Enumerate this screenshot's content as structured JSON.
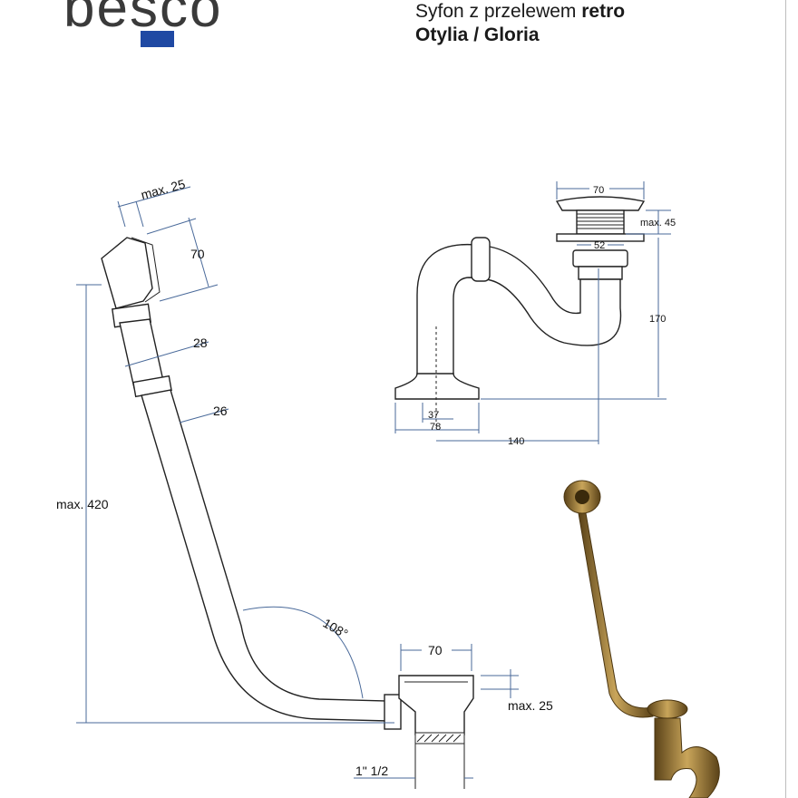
{
  "header": {
    "logo_text": "besco",
    "title_line1_normal": "Syfon z przelewem ",
    "title_line1_bold": "retro",
    "title_line2": "Otylia / Gloria"
  },
  "left_drawing": {
    "dim_overflow_depth": "max. 25",
    "dim_overflow_height": "70",
    "dim_nut": "28",
    "dim_pipe": "26",
    "dim_total_height": "max. 420",
    "angle": "108°",
    "dim_drain_width": "70",
    "dim_drain_depth": "max. 25",
    "dim_thread": "1\" 1/2"
  },
  "right_drawing": {
    "dim_cap_width": "70",
    "dim_cap_height": "max. 45",
    "dim_body_width": "52",
    "dim_height": "170",
    "dim_base_offset": "37",
    "dim_base_width": "78",
    "dim_length": "140"
  },
  "colors": {
    "logo_blue": "#1f49a3",
    "dimension_line": "#4a6a9a",
    "brass": "#8a6a2a"
  }
}
